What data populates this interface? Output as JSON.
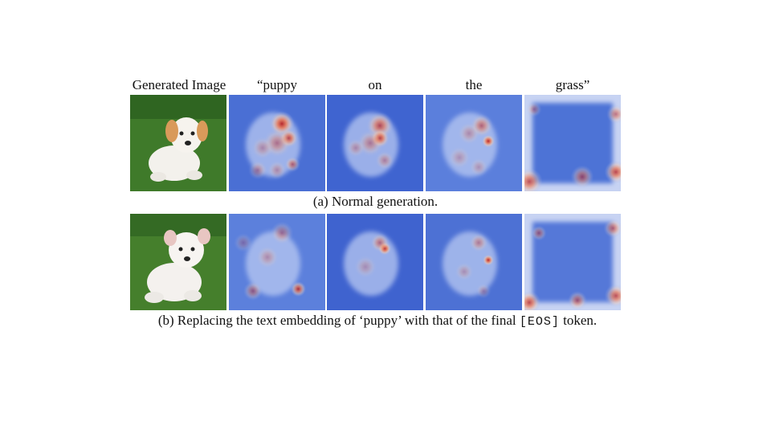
{
  "header": {
    "generated": "Generated Image",
    "tokens": [
      "“puppy",
      "on",
      "the",
      "grass”"
    ]
  },
  "rows": [
    {
      "name": "normal",
      "caption": "(a) Normal generation.",
      "maps": [
        {
          "hot": [
            [
              0.55,
              0.3,
              0.13,
              0.9
            ],
            [
              0.62,
              0.45,
              0.1,
              0.8
            ],
            [
              0.5,
              0.5,
              0.15,
              0.45
            ],
            [
              0.66,
              0.72,
              0.08,
              0.55
            ],
            [
              0.35,
              0.55,
              0.12,
              0.3
            ],
            [
              0.3,
              0.78,
              0.1,
              0.35
            ],
            [
              0.5,
              0.78,
              0.1,
              0.3
            ]
          ],
          "bg": "#4a6fd4"
        },
        {
          "hot": [
            [
              0.55,
              0.32,
              0.14,
              0.7
            ],
            [
              0.55,
              0.45,
              0.1,
              0.85
            ],
            [
              0.45,
              0.5,
              0.14,
              0.4
            ],
            [
              0.3,
              0.55,
              0.1,
              0.3
            ],
            [
              0.6,
              0.68,
              0.1,
              0.35
            ]
          ],
          "bg": "#3f64d0"
        },
        {
          "hot": [
            [
              0.58,
              0.32,
              0.12,
              0.55
            ],
            [
              0.65,
              0.48,
              0.07,
              0.9
            ],
            [
              0.45,
              0.4,
              0.12,
              0.3
            ],
            [
              0.35,
              0.65,
              0.12,
              0.25
            ],
            [
              0.55,
              0.75,
              0.1,
              0.25
            ]
          ],
          "bg": "#5b7fdc"
        },
        {
          "hot": [
            [
              0.05,
              0.9,
              0.14,
              0.7
            ],
            [
              0.95,
              0.8,
              0.12,
              0.75
            ],
            [
              0.6,
              0.85,
              0.12,
              0.55
            ],
            [
              0.95,
              0.2,
              0.1,
              0.5
            ],
            [
              0.1,
              0.15,
              0.08,
              0.35
            ]
          ],
          "bg": "#4d73d6",
          "ring": true
        }
      ]
    },
    {
      "name": "replaced",
      "caption": "(b) Replacing the text embedding of ‘puppy’ with that of the final",
      "caption_token": "[EOS]",
      "caption_tail": "token.",
      "maps": [
        {
          "hot": [
            [
              0.72,
              0.78,
              0.08,
              0.8
            ],
            [
              0.55,
              0.2,
              0.12,
              0.4
            ],
            [
              0.25,
              0.8,
              0.1,
              0.45
            ],
            [
              0.4,
              0.45,
              0.12,
              0.3
            ],
            [
              0.15,
              0.3,
              0.1,
              0.25
            ]
          ],
          "bg": "#5c80dc"
        },
        {
          "hot": [
            [
              0.6,
              0.36,
              0.07,
              0.95
            ],
            [
              0.55,
              0.3,
              0.1,
              0.5
            ],
            [
              0.4,
              0.55,
              0.12,
              0.25
            ]
          ],
          "bg": "#3f63cf"
        },
        {
          "hot": [
            [
              0.65,
              0.48,
              0.06,
              0.9
            ],
            [
              0.55,
              0.3,
              0.1,
              0.4
            ],
            [
              0.4,
              0.6,
              0.1,
              0.25
            ],
            [
              0.6,
              0.8,
              0.08,
              0.25
            ]
          ],
          "bg": "#4d71d4"
        },
        {
          "hot": [
            [
              0.05,
              0.92,
              0.12,
              0.75
            ],
            [
              0.95,
              0.85,
              0.12,
              0.7
            ],
            [
              0.55,
              0.9,
              0.1,
              0.55
            ],
            [
              0.92,
              0.15,
              0.1,
              0.55
            ],
            [
              0.15,
              0.2,
              0.08,
              0.45
            ]
          ],
          "bg": "#5578d8",
          "ring": true
        }
      ]
    }
  ]
}
